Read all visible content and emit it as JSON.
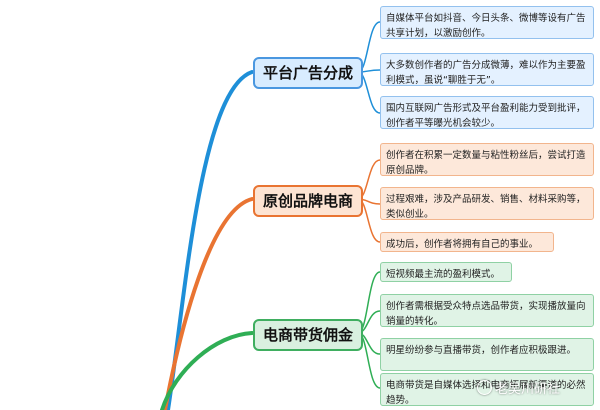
{
  "mindmap": {
    "colors": {
      "blue": "#1e8fd8",
      "orange": "#e97432",
      "green": "#2fae55"
    },
    "branches": [
      {
        "topic": "平台广告分成",
        "color": "blue",
        "leaves": [
          "自媒体平台如抖音、今日头条、微博等设有广告共享计划，以激励创作。",
          "大多数创作者的广告分成微薄，难以作为主要盈利模式，虽说“聊胜于无”。",
          "国内互联网广告形式及平台盈利能力受到批评，创作者平等曝光机会较少。"
        ]
      },
      {
        "topic": "原创品牌电商",
        "color": "orange",
        "leaves": [
          "创作者在积累一定数量与粘性粉丝后，尝试打造原创品牌。",
          "过程艰难，涉及产品研发、销售、材料采购等，类似创业。",
          "成功后，创作者将拥有自己的事业。"
        ]
      },
      {
        "topic": "电商带货佣金",
        "color": "green",
        "leaves": [
          "短视频最主流的盈利模式。",
          "创作者需根据受众特点选品带货，实现播放量向销量的转化。",
          "明星纷纷参与直播带货，创作者应积极跟进。",
          "电商带货是自媒体选择和电商拓展新渠道的必然趋势。"
        ]
      }
    ]
  },
  "watermark": {
    "text": "老吴川研社",
    "icon": "logo-circle-icon"
  }
}
